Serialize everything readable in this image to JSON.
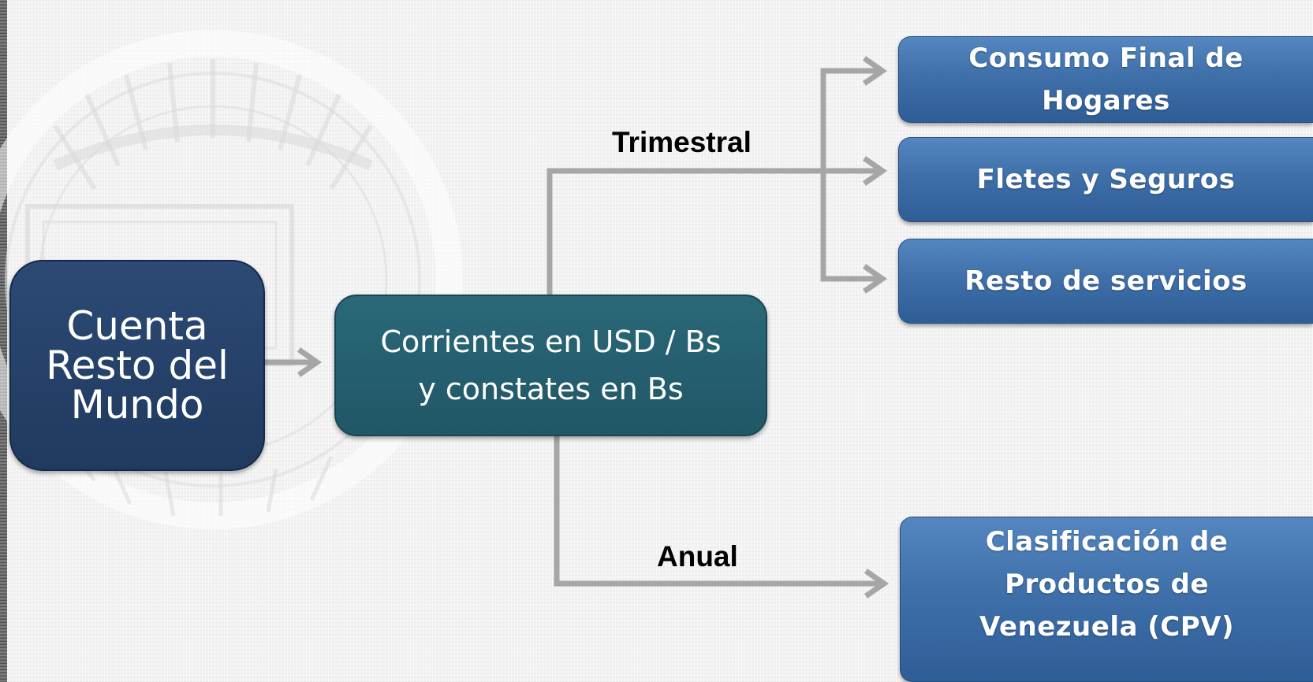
{
  "diagram": {
    "source": {
      "lines": [
        "Cuenta",
        "Resto del",
        "Mundo"
      ]
    },
    "middle": {
      "lines": [
        "Corrientes en USD / Bs",
        "y constates en Bs"
      ]
    },
    "branches": {
      "quarterly_label": "Trimestral",
      "annual_label": "Anual"
    },
    "outputs": [
      {
        "text": "Consumo Final de Hogares"
      },
      {
        "text": "Fletes y Seguros"
      },
      {
        "text": "Resto de servicios"
      },
      {
        "text": "Clasificación de Productos de Venezuela (CPV)"
      }
    ],
    "colors": {
      "source_box": "#203a5f",
      "middle_box": "#215767",
      "output_box": "#3f70aa",
      "connector": "#a6a6a6",
      "label_text": "#000000"
    }
  }
}
